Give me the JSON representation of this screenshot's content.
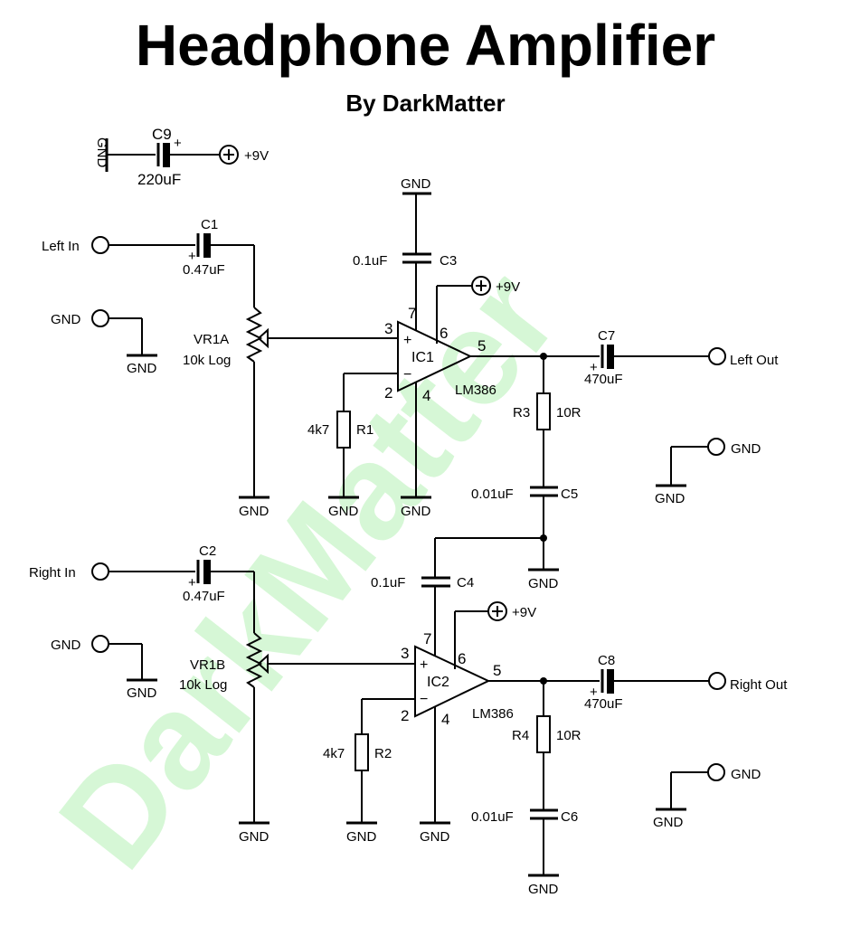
{
  "title": "Headphone Amplifier",
  "subtitle": "By DarkMatter",
  "watermark": "DarkMatter",
  "labels": {
    "gnd": "GND",
    "plus9v": "+9V",
    "left_in": "Left In",
    "right_in": "Right In",
    "left_out": "Left Out",
    "right_out": "Right Out",
    "c9": "C9",
    "c9_val": "220uF",
    "c1": "C1",
    "c1_val": "0.47uF",
    "c2": "C2",
    "c2_val": "0.47uF",
    "c3": "C3",
    "c3_val": "0.1uF",
    "c4": "C4",
    "c4_val": "0.1uF",
    "c5": "C5",
    "c5_val": "0.01uF",
    "c6": "C6",
    "c6_val": "0.01uF",
    "c7": "C7",
    "c7_val": "470uF",
    "c8": "C8",
    "c8_val": "470uF",
    "r1": "R1",
    "r1_val": "4k7",
    "r2": "R2",
    "r2_val": "4k7",
    "r3": "R3",
    "r3_val": "10R",
    "r4": "R4",
    "r4_val": "10R",
    "vr1a": "VR1A",
    "vr1b": "VR1B",
    "vr_val": "10k Log",
    "ic1": "IC1",
    "ic2": "IC2",
    "lm386": "LM386",
    "pin2": "2",
    "pin3": "3",
    "pin4": "4",
    "pin5": "5",
    "pin6": "6",
    "pin7": "7",
    "plus": "+",
    "minus": "−"
  }
}
